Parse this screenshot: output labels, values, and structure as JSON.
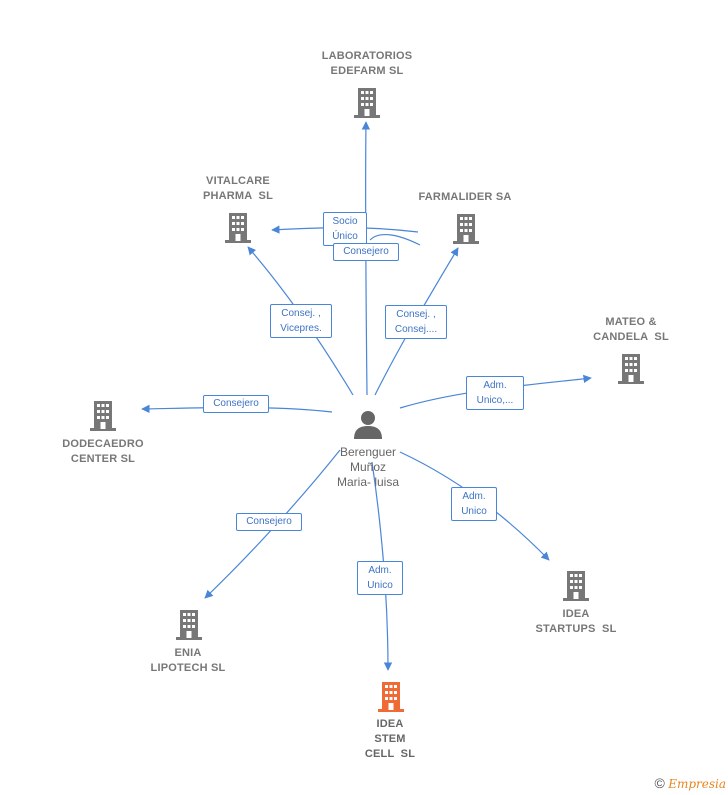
{
  "nodes": {
    "laboratorios": {
      "lines": [
        "LABORATORIOS",
        "EDEFARM SL"
      ]
    },
    "vitalcare": {
      "lines": [
        "VITALCARE",
        "PHARMA  SL"
      ]
    },
    "farmalider": {
      "lines": [
        "FARMALIDER SA"
      ]
    },
    "mateo": {
      "lines": [
        "MATEO &",
        "CANDELA  SL"
      ]
    },
    "dodecaedro": {
      "lines": [
        "DODECAEDRO",
        "CENTER SL"
      ]
    },
    "enia": {
      "lines": [
        "ENIA",
        "LIPOTECH SL"
      ]
    },
    "idea_stem": {
      "lines": [
        "IDEA",
        "STEM",
        "CELL  SL"
      ]
    },
    "idea_startups": {
      "lines": [
        "IDEA",
        "STARTUPS  SL"
      ]
    }
  },
  "person": {
    "lines": [
      "Berenguer",
      "Muñoz",
      "Maria- luisa"
    ]
  },
  "edges": {
    "socio_unico": [
      "Socio",
      "Único"
    ],
    "consejero_lab": [
      "Consejero"
    ],
    "consej_vicepres": [
      "Consej. ,",
      "Vicepres."
    ],
    "consej_farma": [
      "Consej. ,",
      "Consej...."
    ],
    "adm_unico_mateo": [
      "Adm.",
      "Unico,..."
    ],
    "consejero_dodeca": [
      "Consejero"
    ],
    "consejero_enia": [
      "Consejero"
    ],
    "adm_unico_stem": [
      "Adm.",
      "Unico"
    ],
    "adm_unico_startups": [
      "Adm.",
      "Unico"
    ]
  },
  "footer": {
    "copyright": "©",
    "brand": "Empresia"
  },
  "colors": {
    "edge": "#4a86d8",
    "building": "#777777",
    "highlight": "#f06a35",
    "person": "#666666"
  }
}
